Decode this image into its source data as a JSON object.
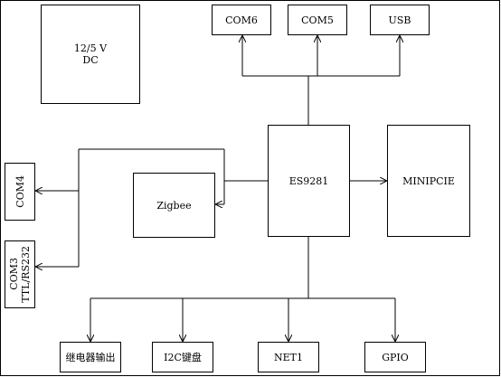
{
  "boxes": {
    "power": "12/5 V\nDC",
    "com6": "COM6",
    "com5": "COM5",
    "usb": "USB",
    "es9281": "ES9281",
    "minipcie": "MINIPCIE",
    "zigbee": "Zigbee",
    "com4": "COM4",
    "com3": "COM3\nTTL/RS232",
    "relay": "继电器输出",
    "i2c_keyboard": "I2C键盘",
    "net1": "NET1",
    "gpio": "GPIO"
  }
}
